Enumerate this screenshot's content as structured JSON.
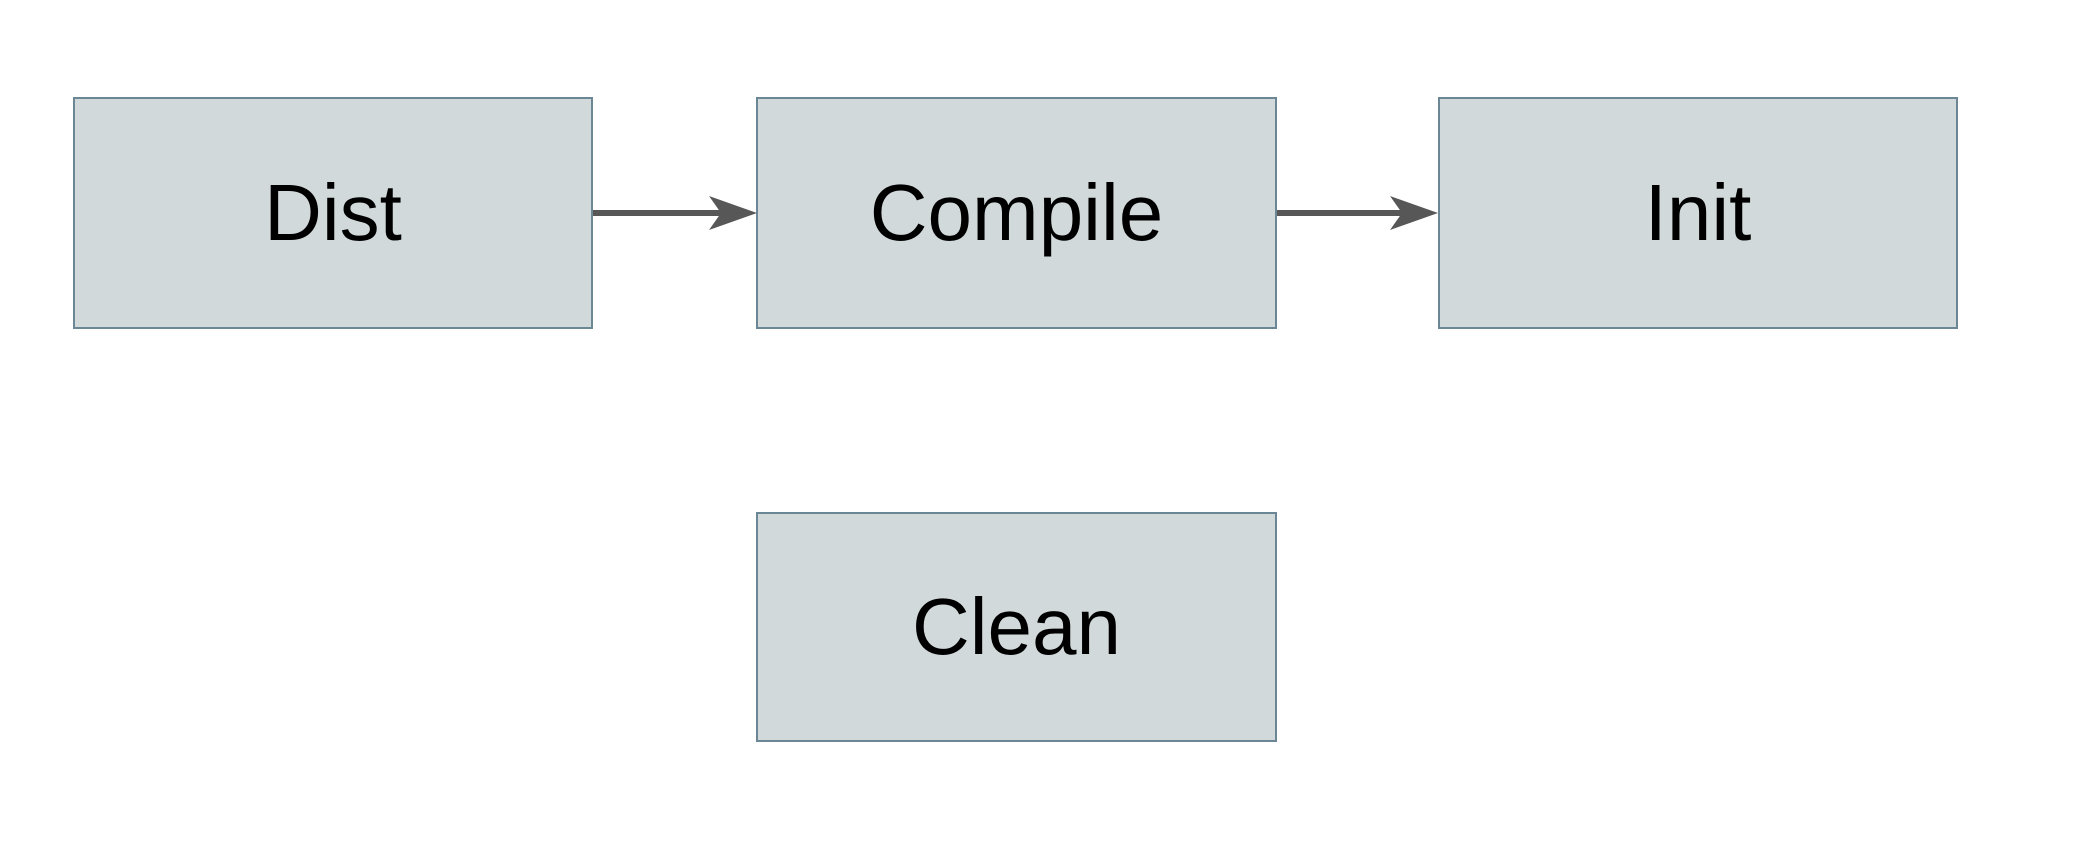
{
  "diagram": {
    "type": "flowchart",
    "nodes": [
      {
        "id": "dist",
        "label": "Dist"
      },
      {
        "id": "compile",
        "label": "Compile"
      },
      {
        "id": "init",
        "label": "Init"
      },
      {
        "id": "clean",
        "label": "Clean"
      }
    ],
    "edges": [
      {
        "from": "dist",
        "to": "compile",
        "style": "solid-arrow",
        "direction": "right"
      },
      {
        "from": "compile",
        "to": "init",
        "style": "solid-arrow",
        "direction": "right"
      }
    ],
    "colors": {
      "node_fill": "#d2d9da",
      "node_border": "#6b8695",
      "arrow": "#575757",
      "text": "#000000",
      "canvas_background": "#ffffff"
    }
  }
}
